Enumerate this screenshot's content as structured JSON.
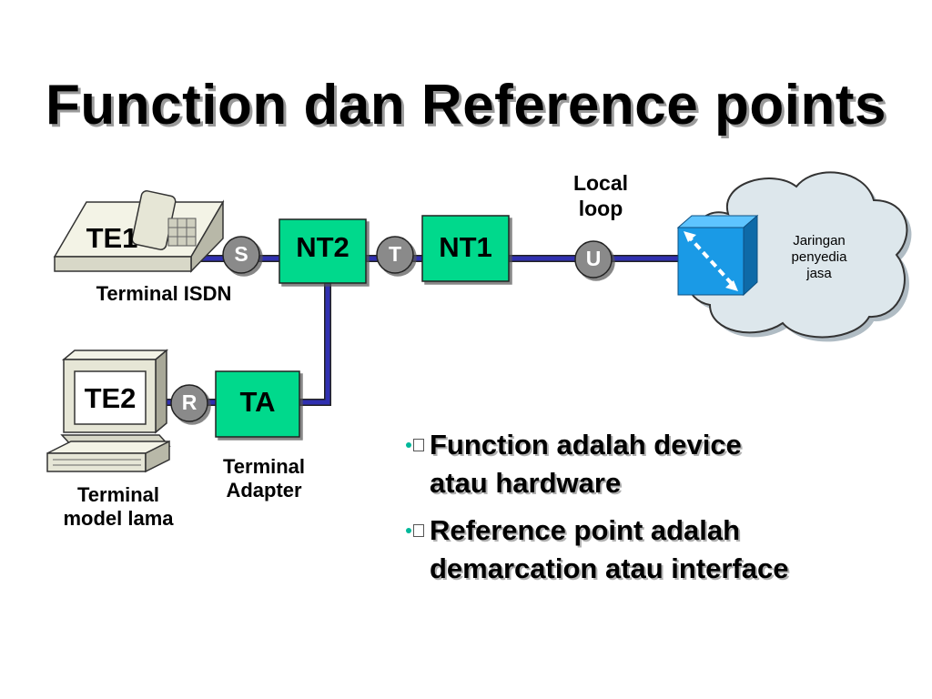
{
  "slide": {
    "title": "Function dan Reference points"
  },
  "devices": {
    "te1": {
      "label": "TE1",
      "caption": "Terminal ISDN",
      "icon": "telephone-icon"
    },
    "te2": {
      "label": "TE2",
      "caption_line1": "Terminal",
      "caption_line2": "model lama",
      "icon": "computer-terminal-icon"
    },
    "nt2": {
      "label": "NT2"
    },
    "nt1": {
      "label": "NT1"
    },
    "ta": {
      "label": "TA",
      "caption_line1": "Terminal",
      "caption_line2": "Adapter"
    },
    "switch": {
      "icon": "isdn-switch-icon"
    },
    "cloud": {
      "line1": "Jaringan",
      "line2": "penyedia",
      "line3": "jasa"
    }
  },
  "reference_points": {
    "s": "S",
    "t": "T",
    "u": "U",
    "r": "R"
  },
  "local_loop": {
    "line1": "Local",
    "line2": "loop"
  },
  "bullets": [
    {
      "line1": "Function adalah device",
      "line2": "atau hardware"
    },
    {
      "line1": "Reference point adalah",
      "line2": "demarcation atau interface"
    }
  ],
  "colors": {
    "device_box": "#00d98c",
    "ref_circle": "#8a8a8a",
    "link_line": "#2a2a9a",
    "switch": "#1a8fd8",
    "cloud": "#d9e6ec",
    "bullet": "#00b89a"
  }
}
